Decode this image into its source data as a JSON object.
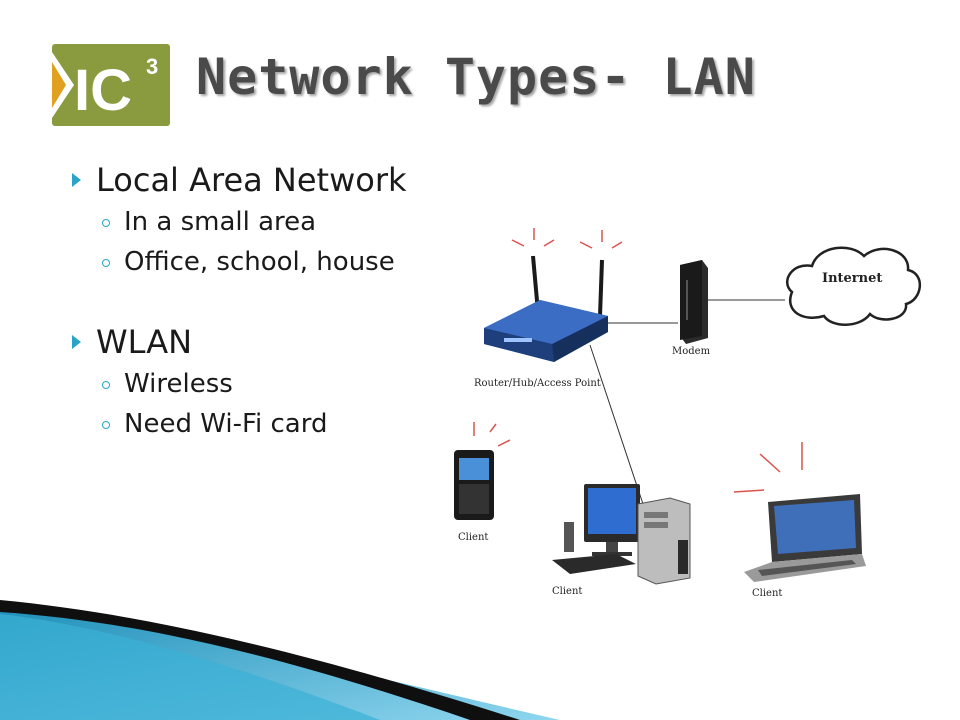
{
  "slide": {
    "logo_text": "IC",
    "logo_superscript": "3",
    "title": "Network Types- LAN"
  },
  "bullets": [
    {
      "text": "Local Area Network",
      "children": [
        "In a small area",
        "Office, school, house"
      ]
    },
    {
      "text": "WLAN",
      "children": [
        "Wireless",
        "Need Wi-Fi card"
      ]
    }
  ],
  "diagram": {
    "internet_label": "Internet",
    "modem_label": "Modem",
    "router_label": "Router/Hub/Access Point",
    "phone_label": "Client",
    "desktop_label": "Client",
    "laptop_label": "Client"
  },
  "colors": {
    "logo_green": "#8a9a3e",
    "bullet_accent": "#2aa3c9",
    "router_blue": "#2f5aa8",
    "signal_red": "#d9534f",
    "ribbon_teal": "#2aa3c9"
  }
}
